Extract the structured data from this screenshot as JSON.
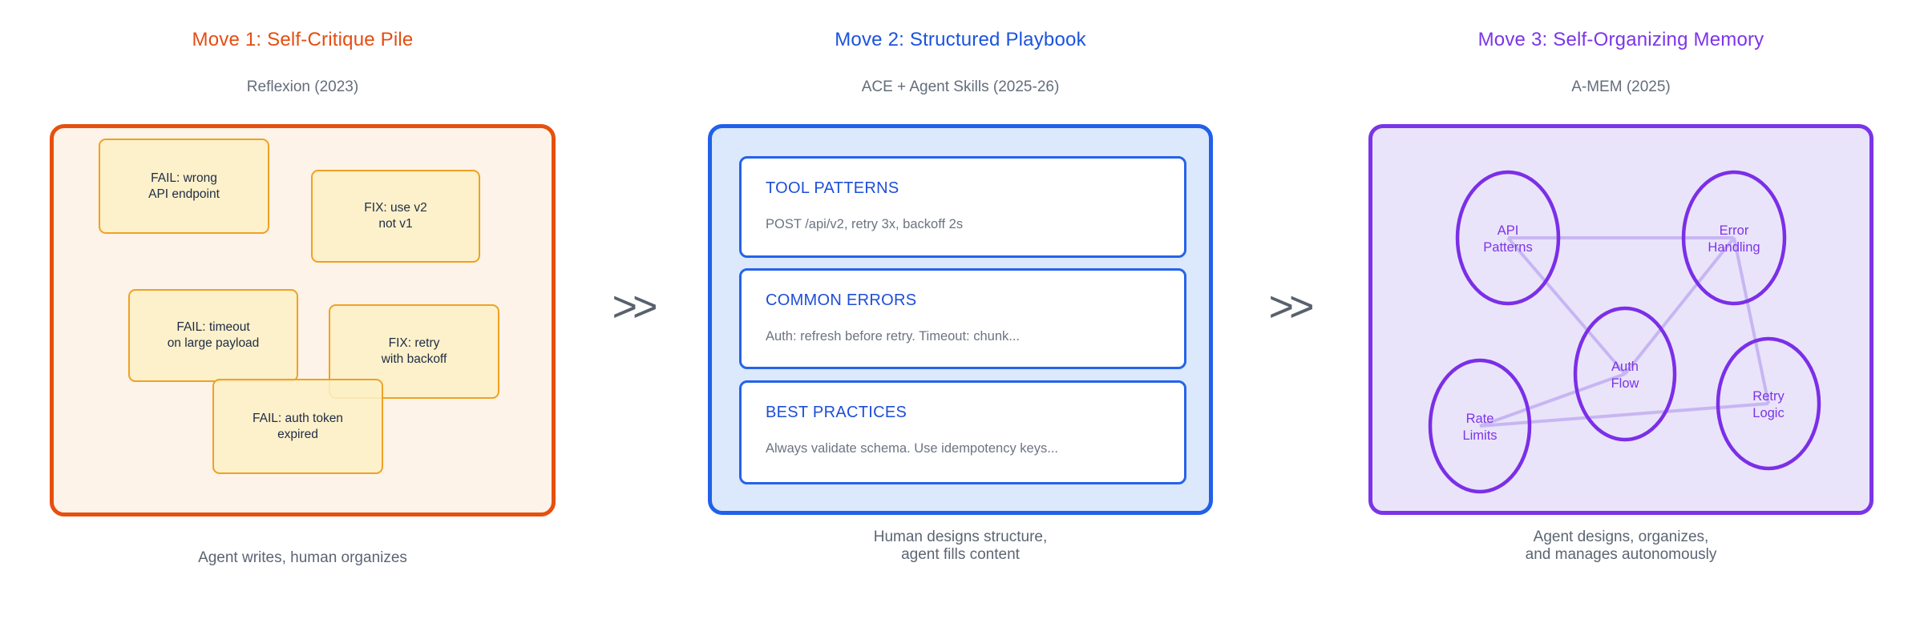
{
  "panels": [
    {
      "id": "move-1",
      "title": "Move 1: Self-Critique Pile",
      "subtitle": "Reflexion (2023)",
      "caption": "Agent writes, human organizes",
      "accent_color": "#e44d11",
      "container_border_color": "#e6500f",
      "container_fill_color": "#fdf3e8",
      "note_fill_color": "#fcf0c5",
      "note_border_color": "#efa125",
      "notes": [
        {
          "text": "FAIL: wrong\nAPI endpoint"
        },
        {
          "text": "FIX: use v2\nnot v1"
        },
        {
          "text": "FAIL: timeout\non large payload"
        },
        {
          "text": "FIX: retry\nwith backoff"
        },
        {
          "text": "FAIL: auth token\nexpired"
        }
      ]
    },
    {
      "id": "move-2",
      "title": "Move 2: Structured Playbook",
      "subtitle": "ACE + Agent Skills (2025-26)",
      "caption": "Human designs structure,\nagent fills content",
      "accent_color": "#1b53e0",
      "container_border_color": "#2160ea",
      "container_fill_color": "#dce8fb",
      "sections": [
        {
          "header": "TOOL PATTERNS",
          "body": "POST /api/v2, retry 3x, backoff 2s"
        },
        {
          "header": "COMMON ERRORS",
          "body": "Auth: refresh before retry. Timeout: chunk..."
        },
        {
          "header": "BEST PRACTICES",
          "body": "Always validate schema. Use idempotency keys..."
        }
      ]
    },
    {
      "id": "move-3",
      "title": "Move 3: Self-Organizing Memory",
      "subtitle": "A-MEM (2025)",
      "caption": "Agent designs, organizes,\nand manages autonomously",
      "accent_color": "#7c35e9",
      "container_border_color": "#7b34e8",
      "container_fill_color": "#eae4fa",
      "edge_color": "#c7b6f2",
      "nodes": [
        {
          "id": "api-patterns",
          "line1": "API",
          "line2": "Patterns"
        },
        {
          "id": "error-handling",
          "line1": "Error",
          "line2": "Handling"
        },
        {
          "id": "auth-flow",
          "line1": "Auth",
          "line2": "Flow"
        },
        {
          "id": "rate-limits",
          "line1": "Rate",
          "line2": "Limits"
        },
        {
          "id": "retry-logic",
          "line1": "Retry",
          "line2": "Logic"
        }
      ],
      "edges": [
        [
          "api-patterns",
          "error-handling"
        ],
        [
          "api-patterns",
          "auth-flow"
        ],
        [
          "error-handling",
          "auth-flow"
        ],
        [
          "error-handling",
          "retry-logic"
        ],
        [
          "rate-limits",
          "auth-flow"
        ],
        [
          "rate-limits",
          "retry-logic"
        ]
      ]
    }
  ],
  "separators": [
    {
      "glyph": ">>"
    },
    {
      "glyph": ">>"
    }
  ]
}
